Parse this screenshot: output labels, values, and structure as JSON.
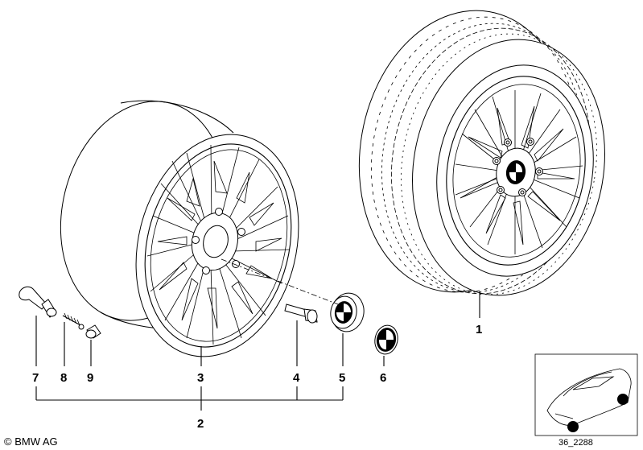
{
  "callouts": {
    "tyre": "1",
    "alloy_rim_set": "2",
    "disc_wheel": "3",
    "wheel_bolt": "4",
    "hub_cap": "5",
    "emblem": "6",
    "valve": "7",
    "valve_insert": "8",
    "valve_cap": "9"
  },
  "footer": {
    "copyright": "© BMW AG",
    "diagram_number": "36_2288"
  },
  "colors": {
    "line": "#000000",
    "background": "#ffffff",
    "badge_black": "#000000"
  }
}
